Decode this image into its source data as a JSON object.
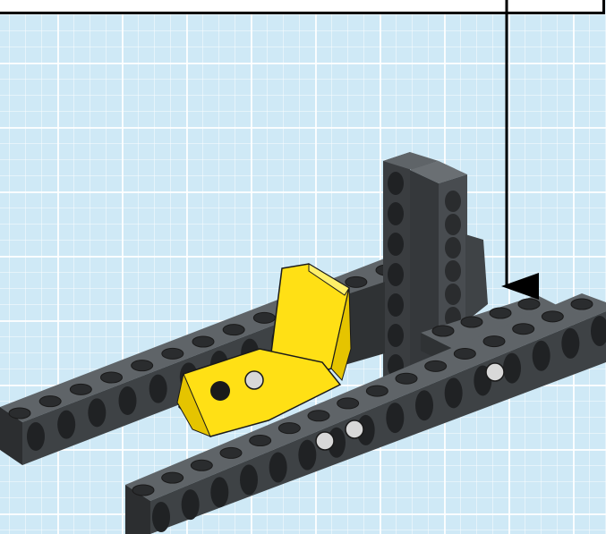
{
  "colors": {
    "background": "#cfe9f6",
    "grid_line": "#ffffff",
    "beam_dark": "#3a3d40",
    "beam_mid": "#4b4f53",
    "beam_top": "#5f6468",
    "hole": "#202224",
    "yellow": "#ffe015",
    "yellow_shade": "#e5c400",
    "connector_pin": "#d8d8d8",
    "callout_border": "#000000",
    "arrow": "#000000"
  },
  "diagram": {
    "type": "lego-technic-build-step",
    "parts": [
      "technic-beam-back-long",
      "technic-beam-front-long",
      "technic-brick-vertical-left",
      "technic-brick-vertical-right",
      "technic-plate-connector",
      "yellow-seat-bracket",
      "friction-pin-connectors"
    ],
    "callout": "arrow-pointing-down-to-placement"
  }
}
